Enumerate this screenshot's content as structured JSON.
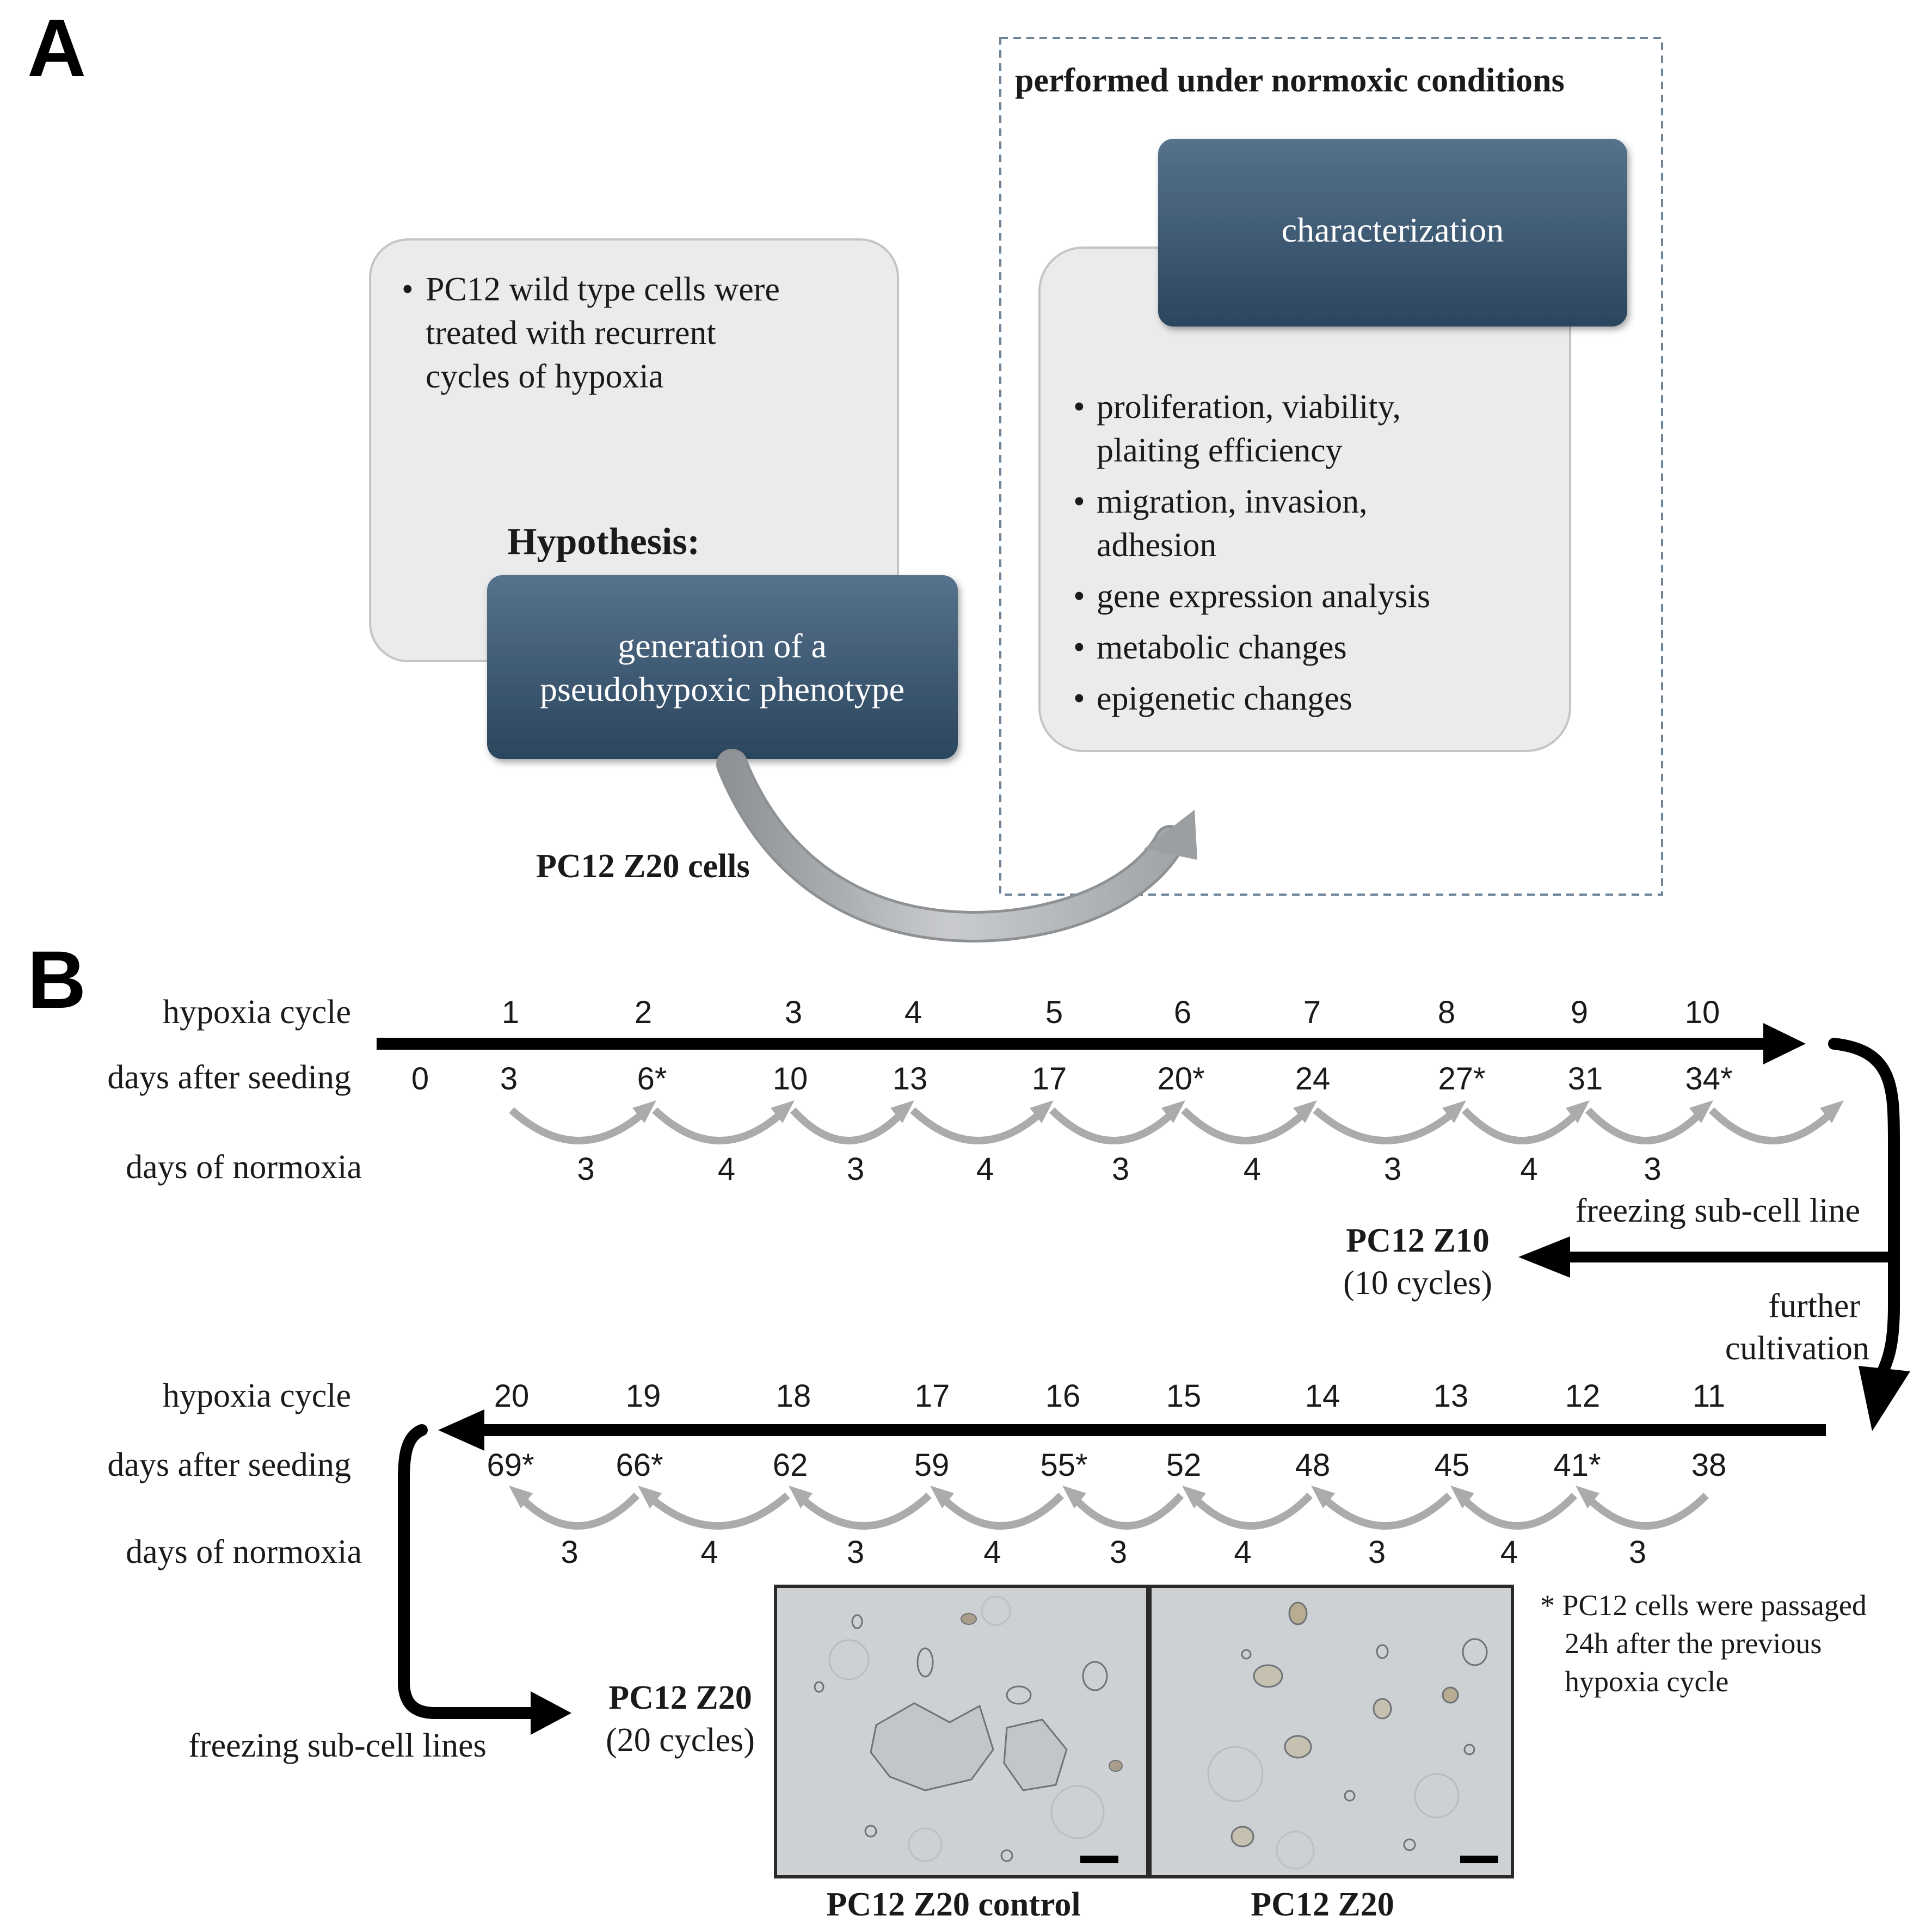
{
  "panel_a": {
    "letter": "A",
    "normoxic_title": "performed under normoxic conditions",
    "wildtype_text": [
      "PC12 wild type cells were",
      "treated with recurrent",
      "cycles of hypoxia"
    ],
    "hypothesis_label": "Hypothesis:",
    "hypothesis_box": [
      "generation of a",
      "pseudohypoxic phenotype"
    ],
    "characterization_title": "characterization",
    "characterization_items": [
      [
        "proliferation, viability,",
        "plaiting efficiency"
      ],
      [
        "migration, invasion,",
        "adhesion"
      ],
      [
        "gene expression analysis"
      ],
      [
        "metabolic changes"
      ],
      [
        "epigenetic changes"
      ]
    ],
    "arrow_label": "PC12 Z20 cells"
  },
  "panel_b": {
    "letter": "B",
    "row_labels": {
      "hypoxia_cycle": "hypoxia cycle",
      "days_after_seeding": "days after seeding",
      "days_of_normoxia": "days of normoxia"
    },
    "top": {
      "cycles": [
        "1",
        "2",
        "3",
        "4",
        "5",
        "6",
        "7",
        "8",
        "9",
        "10"
      ],
      "days": [
        "0",
        "3",
        "6*",
        "10",
        "13",
        "17",
        "20*",
        "24",
        "27*",
        "31",
        "34*"
      ],
      "normoxia": [
        "3",
        "4",
        "3",
        "4",
        "3",
        "4",
        "3",
        "4",
        "3"
      ]
    },
    "bottom": {
      "cycles": [
        "20",
        "19",
        "18",
        "17",
        "16",
        "15",
        "14",
        "13",
        "12",
        "11"
      ],
      "days": [
        "69*",
        "66*",
        "62",
        "59",
        "55*",
        "52",
        "48",
        "45",
        "41*",
        "38"
      ],
      "normoxia": [
        "3",
        "4",
        "3",
        "4",
        "3",
        "4",
        "3",
        "4",
        "3"
      ]
    },
    "freezing_subline": "freezing sub-cell line",
    "z10_name": "PC12 Z10",
    "z10_cycles": "(10 cycles)",
    "further_cultivation": [
      "further",
      "cultivation"
    ],
    "freezing_sublines": "freezing sub-cell lines",
    "z20_name": "PC12 Z20",
    "z20_cycles": "(20 cycles)",
    "footnote": [
      "* PC12 cells were passaged",
      "24h after the previous",
      "hypoxia cycle"
    ],
    "micrograph_labels": [
      "PC12 Z20 control",
      "PC12 Z20"
    ]
  },
  "colors": {
    "dark_box_top": "#4f6b85",
    "dark_box_bottom": "#2c465f",
    "light_box": "#ebebeb",
    "light_box_border": "#c4c4c4",
    "dashed_border": "#6d8397",
    "grey_arrow": "#a9abad",
    "timeline": "#000000"
  }
}
